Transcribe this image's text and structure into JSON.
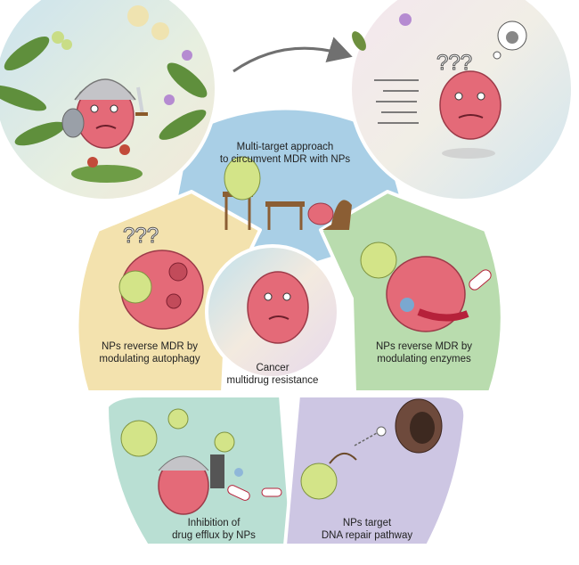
{
  "panels": {
    "top": {
      "line1": "Multi-target approach",
      "line2": "to circumvent MDR with NPs",
      "color": "#a9cfe6"
    },
    "left": {
      "line1": "NPs reverse MDR by",
      "line2": "modulating autophagy",
      "color": "#f3e2ae"
    },
    "right": {
      "line1": "NPs reverse MDR by",
      "line2": "modulating enzymes",
      "color": "#b9dcae"
    },
    "bottom_left": {
      "line1": "Inhibition of",
      "line2": "drug efflux by NPs",
      "color": "#b9dfd3"
    },
    "bottom_right": {
      "line1": "NPs target",
      "line2": "DNA repair pathway",
      "color": "#cdc6e3"
    }
  },
  "center": {
    "line1": "Cancer",
    "line2": "multidrug resistance"
  },
  "question_marks": {
    "left_panel": "???",
    "top_right_circle": "???"
  },
  "colors": {
    "cancer_cell": "#e46a78",
    "nanoparticle": "#d3e488",
    "panel_border": "#ffffff",
    "arrow": "#707070"
  }
}
